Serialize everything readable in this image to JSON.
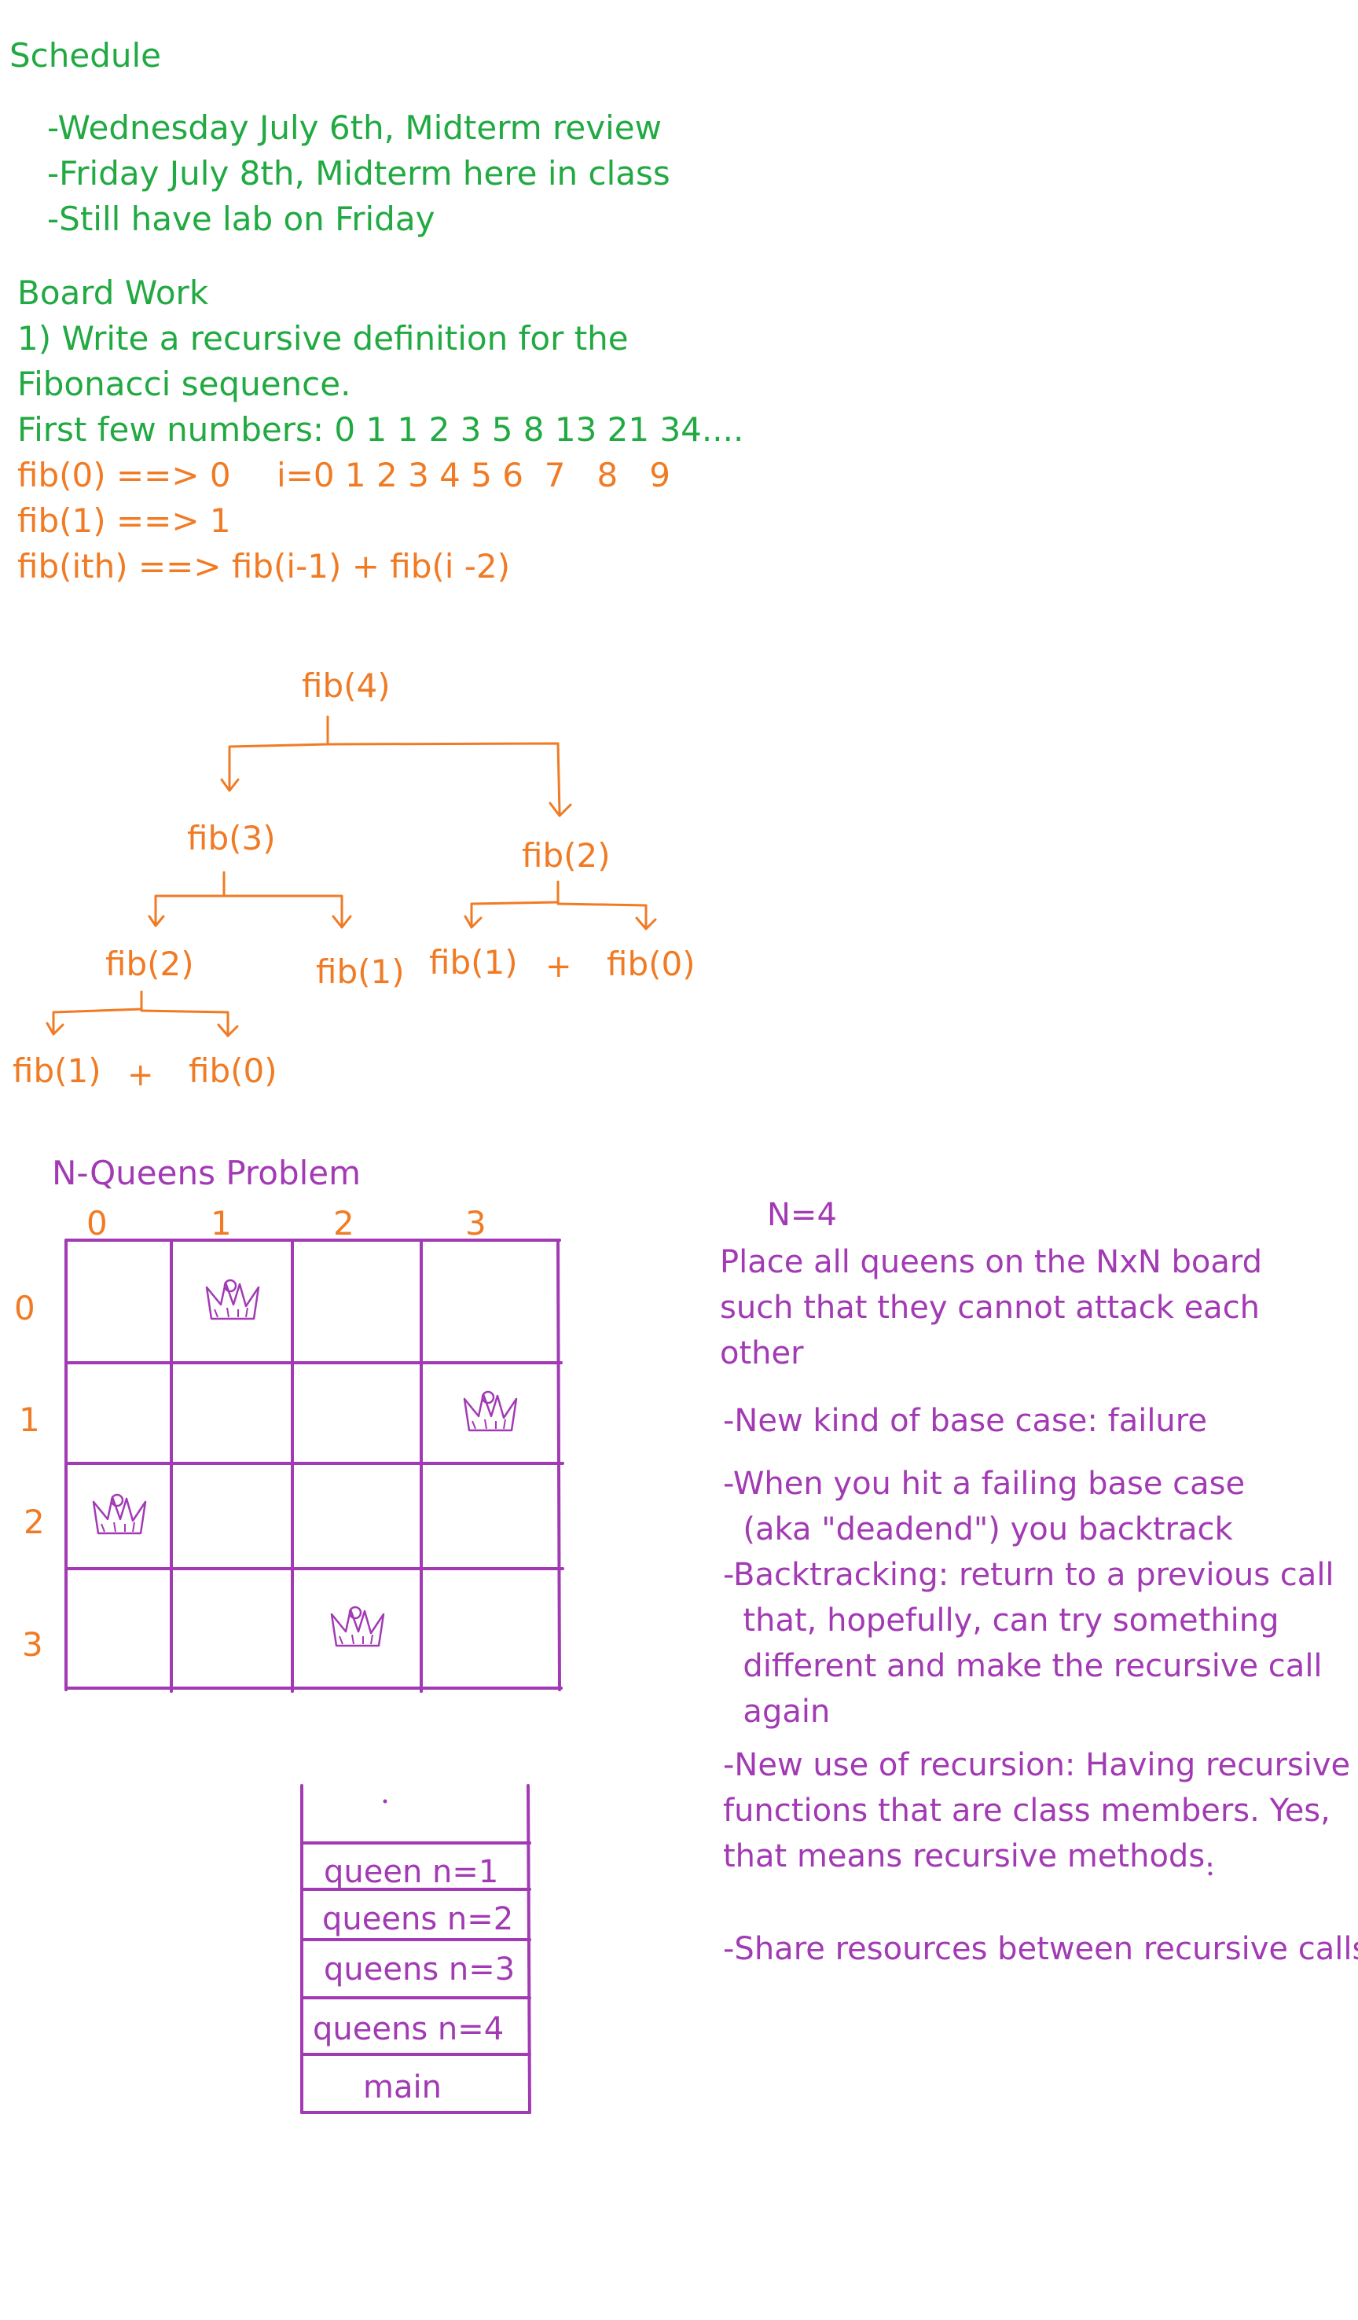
{
  "colors": {
    "green": "#21a942",
    "orange": "#f07b24",
    "purple": "#a23ab4"
  },
  "schedule": {
    "title": "Schedule",
    "items": [
      "-Wednesday July 6th, Midterm review",
      "-Friday July 8th, Midterm here in class",
      "-Still have lab on Friday"
    ]
  },
  "board_work": {
    "title": "Board Work",
    "line1": "1) Write a recursive definition for the",
    "line2": "Fibonacci sequence.",
    "line3": "First few numbers: 0 1 1 2 3 5 8 13 21 34....",
    "fib0": "fib(0) ==> 0",
    "index_row": "i=0 1 2 3 4 5 6  7   8   9",
    "fib1": "fib(1) ==> 1",
    "fibith": "fib(ith) ==> fib(i-1) + fib(i -2)"
  },
  "fib_tree": {
    "root": "fib(4)",
    "left": "fib(3)",
    "right": "fib(2)",
    "left_left": "fib(2)",
    "left_right": "fib(1)",
    "right_left": "fib(1)",
    "right_plus": "+",
    "right_right": "fib(0)",
    "leaf_left": "fib(1)",
    "leaf_plus": "+",
    "leaf_right": "fib(0)"
  },
  "nqueens": {
    "title": "N-Queens Problem",
    "col_labels": [
      "0",
      "1",
      "2",
      "3"
    ],
    "row_labels": [
      "0",
      "1",
      "2",
      "3"
    ],
    "queens": [
      {
        "row": 0,
        "col": 1
      },
      {
        "row": 1,
        "col": 3
      },
      {
        "row": 2,
        "col": 0
      },
      {
        "row": 3,
        "col": 2
      }
    ]
  },
  "notes": {
    "n": "N=4",
    "desc": [
      "Place all queens on the NxN board",
      "such that they cannot attack each",
      "other"
    ],
    "base_case": "-New kind of base case: failure",
    "failing": [
      "-When you hit a failing base case",
      "  (aka \"deadend\") you backtrack"
    ],
    "backtracking": [
      "-Backtracking: return to a previous call",
      "  that, hopefully, can try something",
      "  different and make the recursive call",
      "  again"
    ],
    "recursion_use": [
      "-New use of recursion: Having recursive",
      "functions that are class members. Yes,",
      "that means recursive methods."
    ],
    "share": "-Share resources between recursive calls"
  },
  "call_stack": {
    "frames": [
      "queen n=1",
      "queens n=2",
      "queens n=3",
      "queens n=4",
      "main"
    ]
  }
}
